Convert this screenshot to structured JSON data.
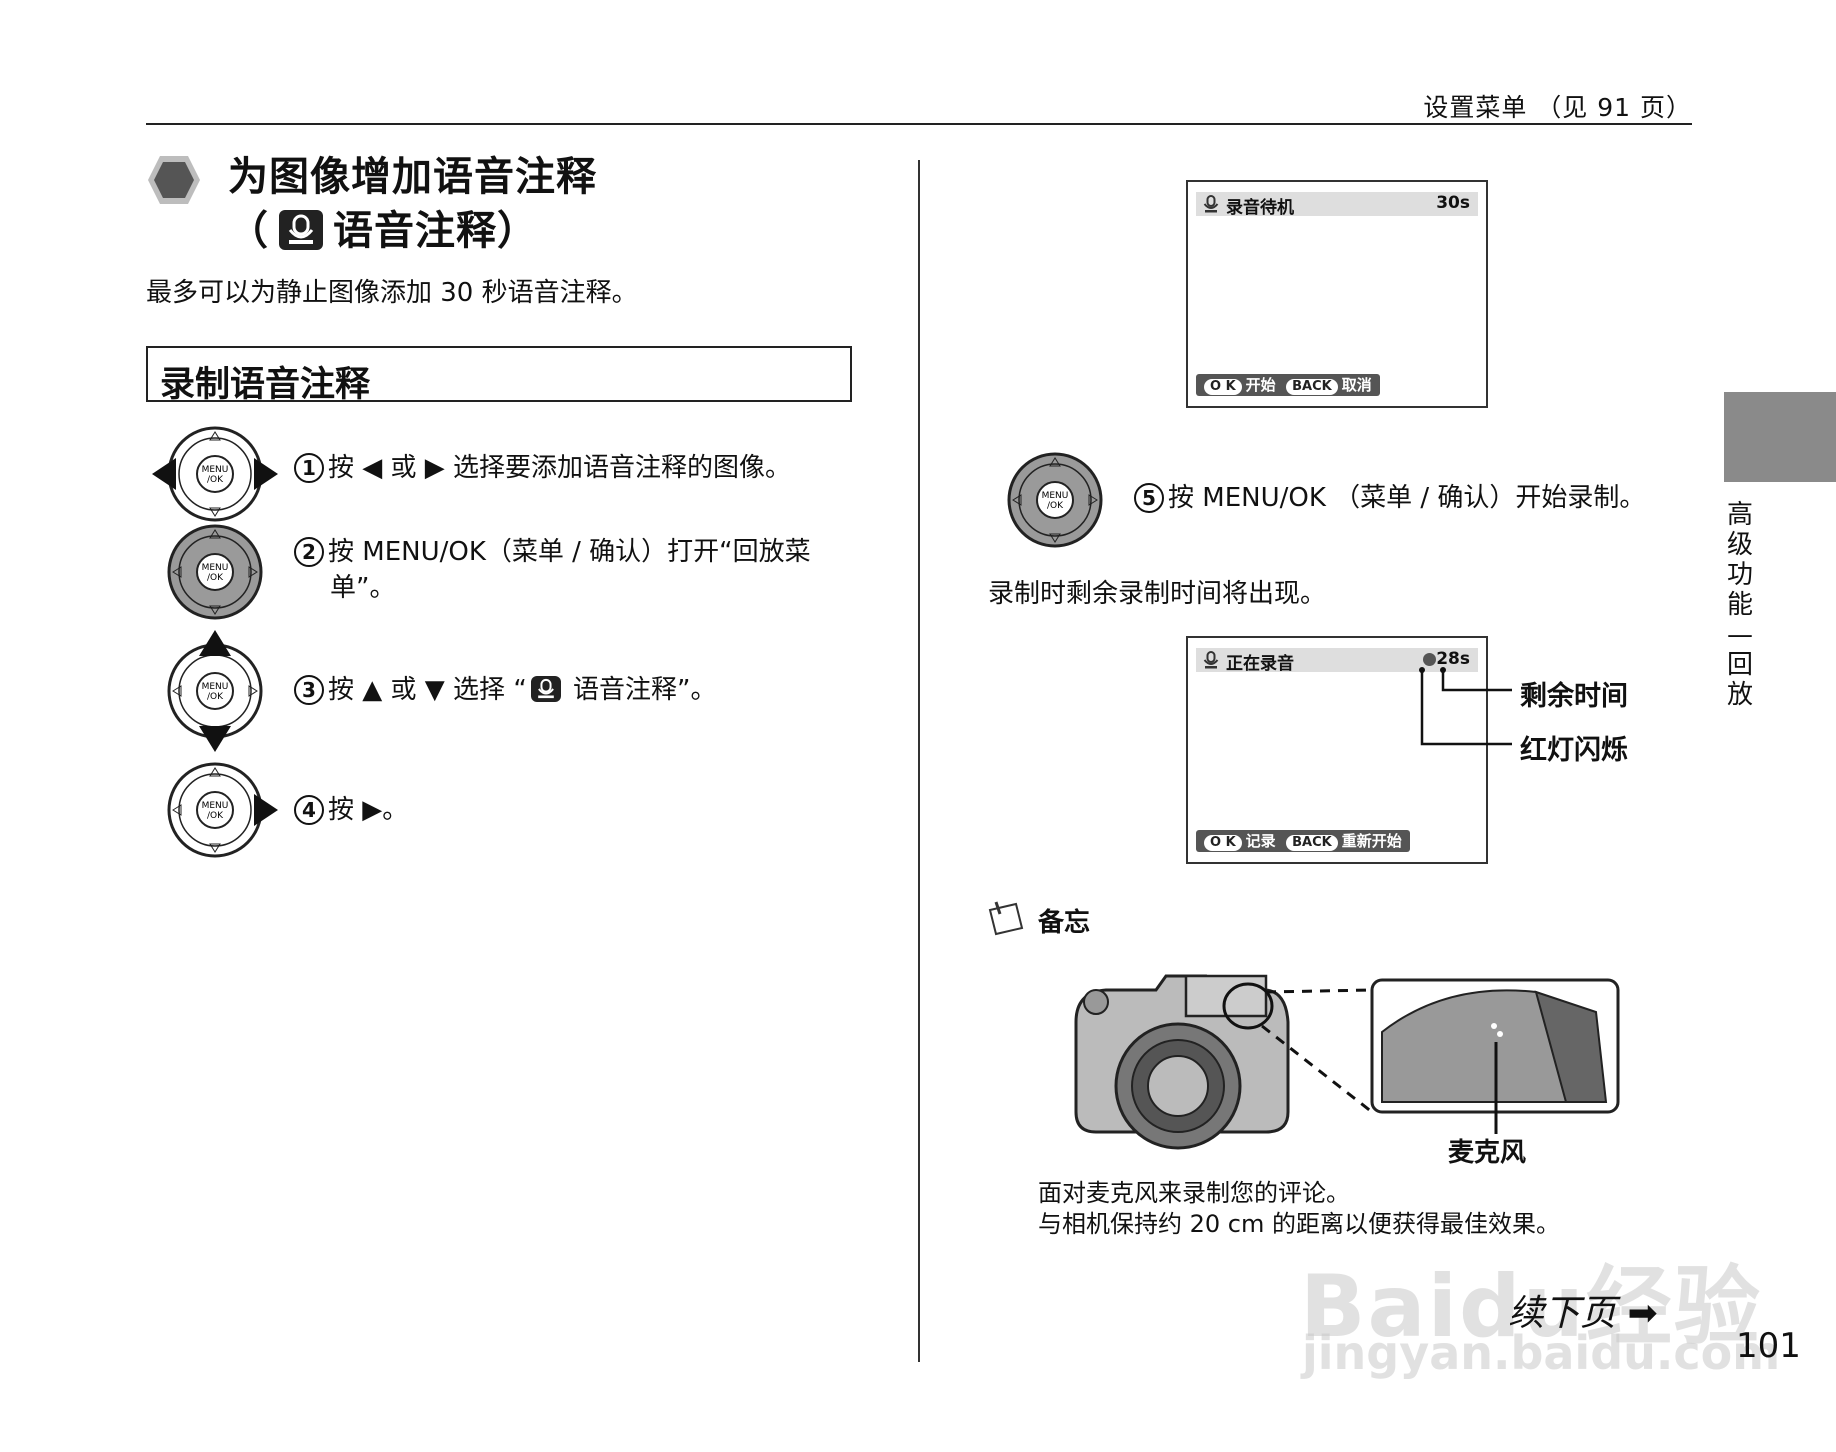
{
  "header": {
    "breadcrumb": "设置菜单 （见 91 页）"
  },
  "title": {
    "line1": "为图像增加语音注释",
    "line2_open": "（",
    "line2_text": "语音注释）"
  },
  "intro": "最多可以为静止图像添加 30 秒语音注释。",
  "subheading": "录制语音注释",
  "steps": [
    {
      "num": "1",
      "text": "按 ◀ 或 ▶ 选择要添加语音注释的图像。"
    },
    {
      "num": "2",
      "text1": "按 MENU/OK（菜单 / 确认）打开“回放菜",
      "text2": "单”。"
    },
    {
      "num": "3",
      "text_a": "按 ▲ 或 ▼ 选择 “",
      "text_b": " 语音注释”。"
    },
    {
      "num": "4",
      "text": "按 ▶。"
    },
    {
      "num": "5",
      "text": "按 MENU/OK （菜单 / 确认）开始录制。"
    }
  ],
  "dpad_label": {
    "l1": "MENU",
    "l2": "/OK"
  },
  "screen1": {
    "title": "录音待机",
    "time": "30s",
    "ok_pill": "O K",
    "ok_label": "开始",
    "back_pill": "BACK",
    "back_label": "取消"
  },
  "remaining_note": "录制时剩余录制时间将出现。",
  "screen2": {
    "title": "正在录音",
    "time": "28s",
    "ok_pill": "O K",
    "ok_label": "记录",
    "back_pill": "BACK",
    "back_label": "重新开始"
  },
  "callouts": {
    "remaining_time": "剩余时间",
    "red_light": "红灯闪烁"
  },
  "memo": {
    "label": "备忘",
    "mic_label": "麦克风",
    "line1": "面对麦克风来录制您的评论。",
    "line2": "与相机保持约 20 cm 的距离以便获得最佳效果。"
  },
  "side_tab": {
    "text": "高级功能—回放"
  },
  "continue": "续下页",
  "page_number": "101",
  "watermark": {
    "line1": "Baidu经验",
    "line2": "jingyan.baidu.com"
  }
}
